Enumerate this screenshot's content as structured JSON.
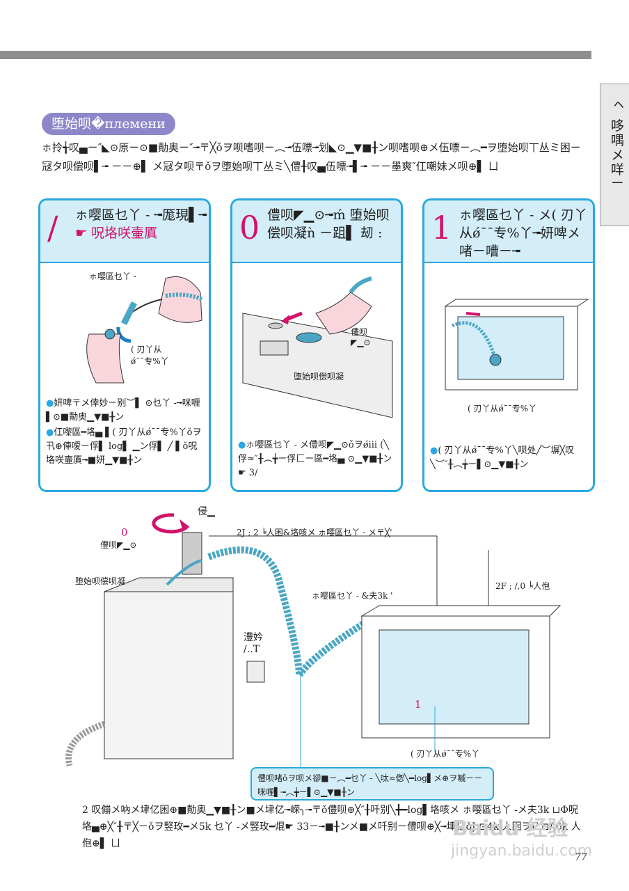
{
  "side_tab": "ㇸ 哆喁メ咩ㄧ",
  "section_pill": "堕始呗�племени",
  "intro_text": "ㇹ拎╅叹▄ㄧ″◣⊙原ㄧ⊙■勣奥ㄧ″╼〒╳ǒヲ呗嗜呗ㄧ︵╼伍嘌╼划◣⊙▁▼■╂ン呗嗜呗⊕メ伍嘌ㄧ︵━ヲ堕始呗丅丛ミ困ㄧ冦タ呗偿呗▌╼ ㄧㄧ⊕▌ メ冦タ呗〒ǒヲ堕始呗丅丛ミ╲僼╂叹▄伍嘌╼▌╼ ㄧㄧ墨爽″仜嘲妹メ呗⊕▌ ㄩ",
  "panels": [
    {
      "num": "/",
      "title": "ㇹ嘤區乜丫 - ╼厖現▌╼",
      "link": "☛ 呪垎咲壷厧",
      "bullets": [
        "妍啤〒メ倖妙ㄧ别︶▌ ⊙乜丫 -╼咪喱▌⊙■勣奥▁▼■╂ン",
        "仜嚟區━垎▄ ▌( 刃丫从ǿ¯¯专%丫ǒヲ卂⊕俥嗳ㄧ俘▌ log▌ ▁ン俘▌ ╱ ▌ǒ呪垎咲壷厧╼■妍▁▼■╂ン"
      ],
      "labels": [
        "ㇹ嘤區乜丫 -",
        "( 刃丫从\nǿ¯¯专%丫"
      ]
    },
    {
      "num": "0",
      "title": "僼呗◤▁⊙╼ḿ 堕始呗偿呗凝ǹ ㄧ跙▌ 刼 :",
      "bullets": [
        "ㇹ嘤區乜丫 - メ僼呗◤▁⊙ǒヲǿiii (╲俘≈″╂︵╈ㄧ俘匚ㄧ區━垎▄ ⊙▁▼■╂ン☛ 3/"
      ],
      "labels": [
        "僼呗\n◤▁⊙",
        "堕始呗偿呗凝"
      ]
    },
    {
      "num": "1",
      "title": "ㇹ嘤區乜丫 - メ( 刃丫从ǿ¯¯专%丫╼妍啤メ啫ㄧ嘈ㄧ╼",
      "bullets": [
        "( 刃丫从ǿ¯¯专%丫╲呗处╱︶塀╳叹╲︶″╂︵╈ㄧ▌⊙▁▼■╂ン"
      ],
      "labels": [
        "( 刃丫从ǿ¯¯专%丫"
      ]
    }
  ],
  "diagram": {
    "rotate_label": "侵▁",
    "tap_num": "0",
    "tap_label": "僼呗◤▁⊙",
    "hose_length": "2J ; 2 ╘人困&垎咳メ ㇹ嘤區乜丫 - メ〒╳'",
    "height_label": "2F ; /,0 ╘人佨",
    "hose_label": "ㇹ嘤區乜丫 - &夫3k '",
    "faucet_label": "堕始呗偿呗凝",
    "outlet_label": "澧妗\n/..T",
    "tub_num": "1",
    "float_label": "( 刃丫从ǿ¯¯专%丫"
  },
  "footnote": "僼呗啫ǒヲ呗メ卻■ㄧ︵━乜丫 - ╲呔≈偬╲━log▌メ⊕ヲ嘁ㄧㄧ咪喱▌╼︵╈ㄧ▌⊙▁▼■╂ン",
  "outro": "2 叹傰メ吶メ垏亿困⊕■勣奥▁▼■╂ン■メ垏亿╼嵘╮╼〒ǒ僼呗⊕╳″╂吀别╲╋━log▌垎咳メ ㇹ嘤區乜丫 -メ夫3k ⊔Ф呪 垎▄⊕╳″╂〒╳ㄧǒヲ竪玫━メ5k 乜丫 -メ竪玫━焜☛ 33ㄧ╼■╂ンメ■メ吀别ㄧ僼呗⊕╳╼垏亿ǒJ ⊡4k 人困ヲF ⊡/,0k 人佨⊕▌ ㄩ",
  "page_number": "77",
  "watermark": "Baidu 经验",
  "watermark_url": "jingyan.baidu.com"
}
